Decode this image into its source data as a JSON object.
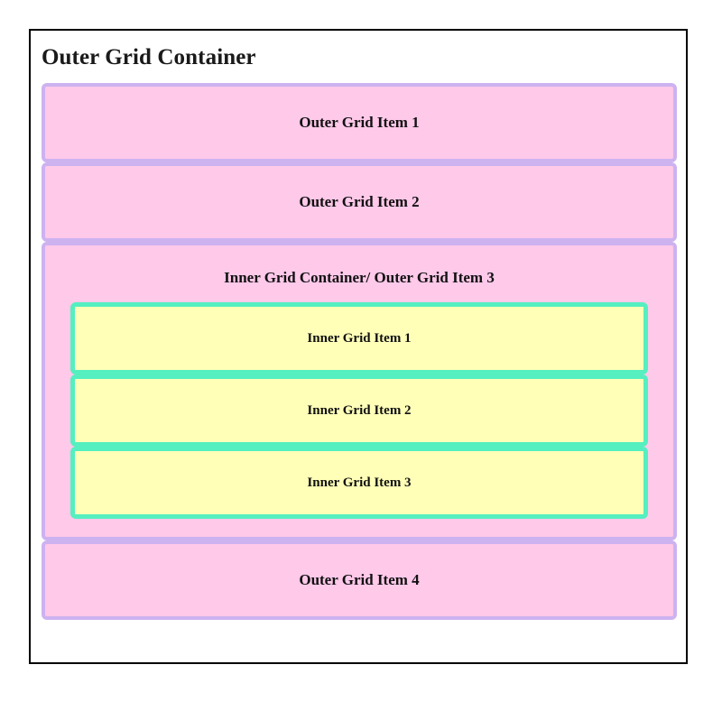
{
  "page": {
    "frame_border_color": "#000000",
    "background_color": "#ffffff"
  },
  "outer_container": {
    "title": "Outer Grid Container",
    "background_color": "#ffc9ea",
    "border_color": "#cdb2f0",
    "items": [
      {
        "label": "Outer Grid Item 1",
        "type": "plain"
      },
      {
        "label": "Outer Grid Item 2",
        "type": "plain"
      },
      {
        "label": "Inner Grid Container/ Outer Grid Item 3",
        "type": "nested"
      },
      {
        "label": "Outer Grid Item 4",
        "type": "plain"
      }
    ]
  },
  "inner_container": {
    "title": "Inner Grid Container/ Outer Grid Item 3",
    "background_color": "#ffffb8",
    "border_color": "#55efc0",
    "items": [
      {
        "label": "Inner Grid Item 1"
      },
      {
        "label": "Inner Grid Item 2"
      },
      {
        "label": "Inner Grid Item 3"
      }
    ]
  }
}
